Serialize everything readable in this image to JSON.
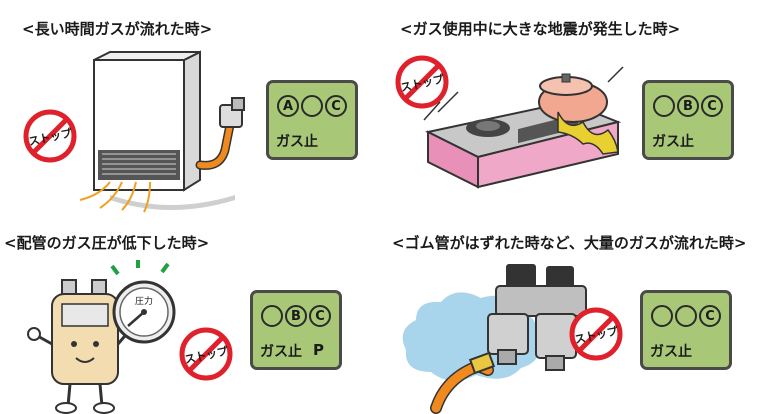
{
  "scenarios": [
    {
      "heading": "<長い時間ガスが流れた時>",
      "stop_label": "ストップ",
      "lamps": [
        "A",
        "",
        "C"
      ],
      "lamp_on": [
        true,
        false,
        true
      ],
      "lcd_label": "ガス止",
      "lcd_extra": ""
    },
    {
      "heading": "<ガス使用中に大きな地震が発生した時>",
      "stop_label": "ストップ",
      "lamps": [
        "",
        "B",
        "C"
      ],
      "lamp_on": [
        false,
        true,
        true
      ],
      "lcd_label": "ガス止",
      "lcd_extra": ""
    },
    {
      "heading": "<配管のガス圧が低下した時>",
      "stop_label": "ストップ",
      "gauge_label": "圧力",
      "lamps": [
        "",
        "B",
        "C"
      ],
      "lamp_on": [
        false,
        true,
        true
      ],
      "lcd_label": "ガス止",
      "lcd_extra": "P"
    },
    {
      "heading": "<ゴム管がはずれた時など、大量のガスが流れた時>",
      "stop_label": "ストップ",
      "lamps": [
        "",
        "",
        "C"
      ],
      "lamp_on": [
        false,
        false,
        true
      ],
      "lcd_label": "ガス止",
      "lcd_extra": ""
    }
  ],
  "colors": {
    "lcd_bg": "#a8c878",
    "stop_red": "#e0202a",
    "hose_orange": "#f08a1e",
    "stove_pink": "#f0a8c8",
    "gas_cloud": "#a8d4ec"
  },
  "icons": [
    "gas-heater-icon",
    "gas-stove-icon",
    "gas-meter-character-icon",
    "pressure-gauge-icon",
    "disconnected-hose-icon",
    "stop-sign-icon"
  ]
}
